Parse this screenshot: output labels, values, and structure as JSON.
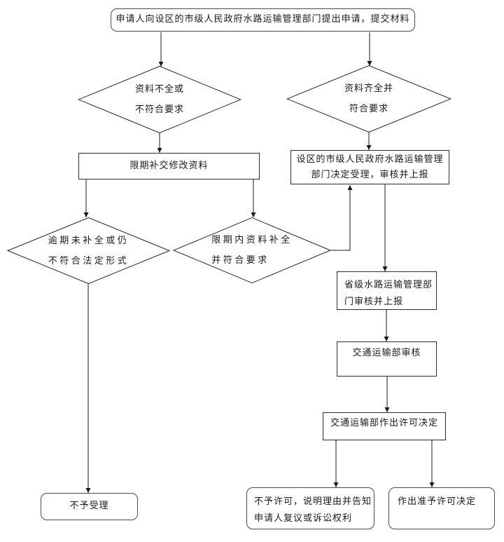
{
  "diagram": {
    "background_color": "#ffffff",
    "line_color": "#1a1a1a",
    "nodes": {
      "start": {
        "type": "terminal",
        "label": "申请人向设区的市级人民政府水路运输管理部门提出申请，提交材料"
      },
      "cond_incomplete": {
        "type": "decision",
        "lines": [
          "资料不全或",
          "不符合要求"
        ]
      },
      "cond_complete": {
        "type": "decision",
        "lines": [
          "资料齐全并",
          "符合要求"
        ]
      },
      "supplement": {
        "type": "process",
        "label": "限期补交修改资料"
      },
      "accept": {
        "type": "process",
        "lines": [
          "设区的市级人民政府水路运输管理",
          "部门决定受理，审核并上报"
        ]
      },
      "cond_overdue": {
        "type": "decision",
        "lines": [
          "逾期未补全或仍",
          "不符合法定形式"
        ]
      },
      "cond_supplemented": {
        "type": "decision",
        "lines": [
          "限期内资料补全",
          "并符合要求"
        ]
      },
      "provincial": {
        "type": "process",
        "lines": [
          "省级水路运输管理部",
          "门审核并上报"
        ]
      },
      "ministry_review": {
        "type": "process",
        "label": "交通运输部审核"
      },
      "ministry_decision": {
        "type": "process",
        "label": "交通运输部作出许可决定"
      },
      "not_accepted": {
        "type": "terminal",
        "label": "不予受理"
      },
      "deny": {
        "type": "terminal",
        "lines": [
          "不予许可，说明理由并告知",
          "申请人复议或诉讼权利"
        ]
      },
      "grant": {
        "type": "terminal",
        "label": "作出准予许可决定"
      }
    },
    "edges": [
      {
        "from": "start",
        "to": "cond_incomplete"
      },
      {
        "from": "start",
        "to": "cond_complete"
      },
      {
        "from": "cond_incomplete",
        "to": "supplement"
      },
      {
        "from": "cond_complete",
        "to": "accept"
      },
      {
        "from": "supplement",
        "to": "cond_overdue"
      },
      {
        "from": "supplement",
        "to": "cond_supplemented"
      },
      {
        "from": "cond_overdue",
        "to": "not_accepted"
      },
      {
        "from": "cond_supplemented",
        "to": "accept"
      },
      {
        "from": "accept",
        "to": "provincial"
      },
      {
        "from": "provincial",
        "to": "ministry_review"
      },
      {
        "from": "ministry_review",
        "to": "ministry_decision"
      },
      {
        "from": "ministry_decision",
        "to": "deny"
      },
      {
        "from": "ministry_decision",
        "to": "grant"
      }
    ]
  }
}
